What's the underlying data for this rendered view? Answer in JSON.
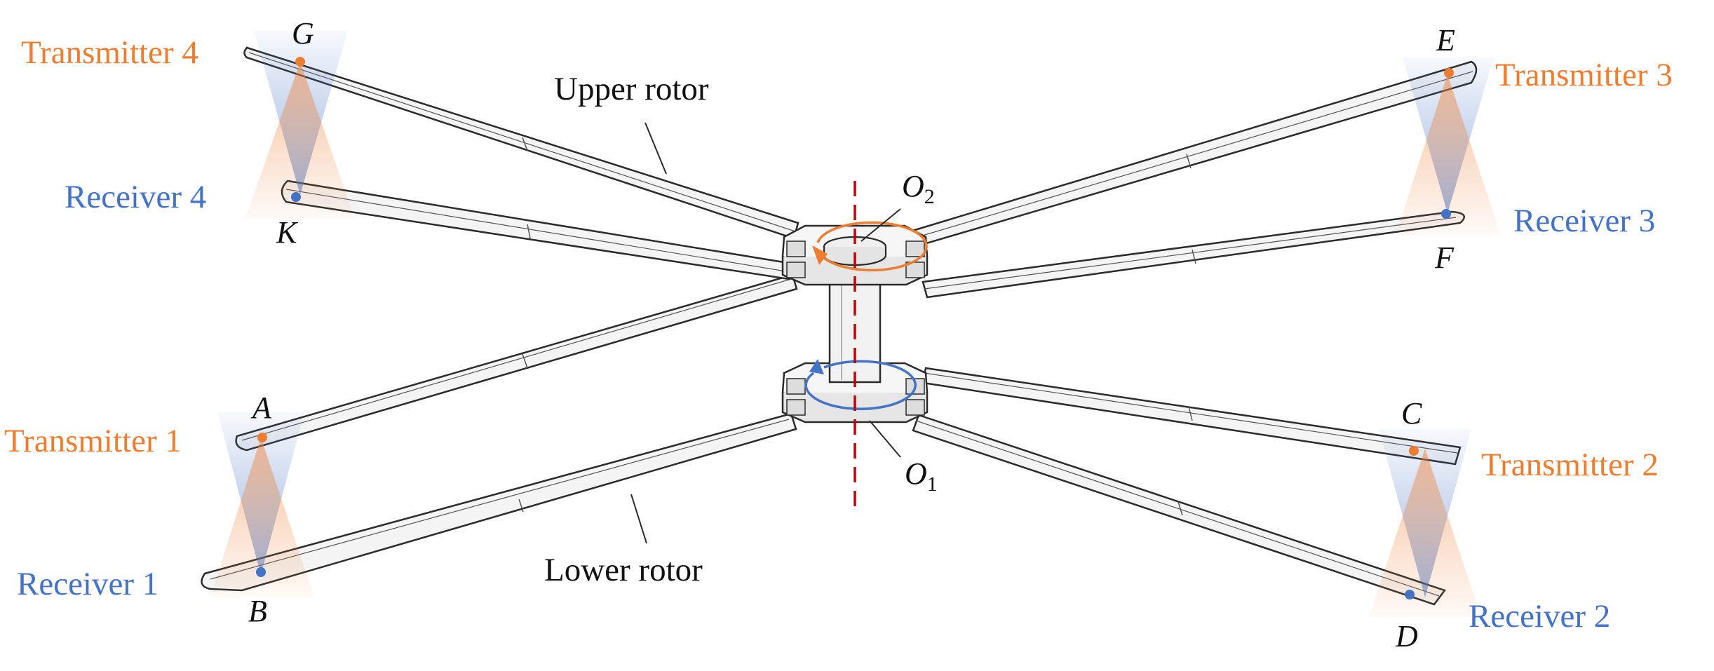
{
  "colors": {
    "transmitter": "#ED7D31",
    "receiver": "#4472C4",
    "axis": "#C00000",
    "blade_stroke": "#2b2b2b",
    "blade_fill": "#f4f4f4"
  },
  "labels": {
    "upper_rotor": "Upper rotor",
    "lower_rotor": "Lower rotor",
    "transmitter_1": "Transmitter 1",
    "transmitter_2": "Transmitter 2",
    "transmitter_3": "Transmitter 3",
    "transmitter_4": "Transmitter 4",
    "receiver_1": "Receiver 1",
    "receiver_2": "Receiver 2",
    "receiver_3": "Receiver 3",
    "receiver_4": "Receiver 4"
  },
  "points": {
    "A": "A",
    "B": "B",
    "C": "C",
    "D": "D",
    "E": "E",
    "F": "F",
    "G": "G",
    "K": "K",
    "O1_base": "O",
    "O1_sub": "1",
    "O2_base": "O",
    "O2_sub": "2"
  }
}
